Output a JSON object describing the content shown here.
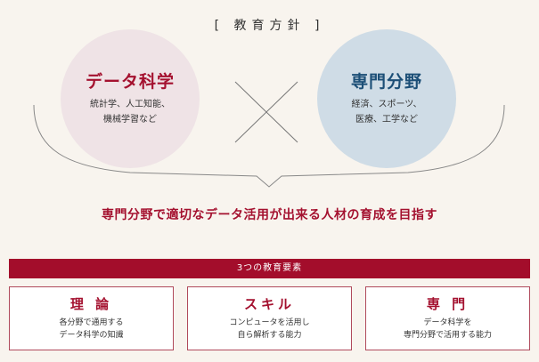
{
  "heading": "[ 教育方針 ]",
  "left_circle": {
    "title": "データ科学",
    "desc_line1": "統計学、人工知能、",
    "desc_line2": "機械学習など",
    "color": "#a4112f",
    "bg": "#efe3e6"
  },
  "right_circle": {
    "title": "専門分野",
    "desc_line1": "経済、スポーツ、",
    "desc_line2": "医療、工学など",
    "color": "#1c4f77",
    "bg": "#cfdce6"
  },
  "operator_icon": "cross-icon",
  "goal": "専門分野で適切なデータ活用が出来る人材の育成を目指す",
  "banner": "3つの教育要素",
  "cards": [
    {
      "title": "理 論",
      "line1": "各分野で通用する",
      "line2": "データ科学の知識"
    },
    {
      "title": "スキル",
      "line1": "コンピュータを活用し",
      "line2": "自ら解析する能力"
    },
    {
      "title": "専 門",
      "line1": "データ科学を",
      "line2": "専門分野で活用する能力"
    }
  ]
}
